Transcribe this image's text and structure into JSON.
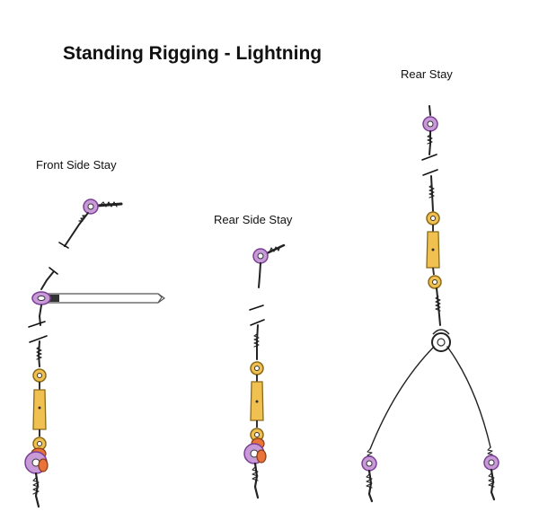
{
  "title": "Standing Rigging - Lightning",
  "labels": {
    "front_side_stay": "Front Side Stay",
    "rear_side_stay": "Rear Side Stay",
    "rear_stay": "Rear Stay"
  },
  "colors": {
    "ink": "#111111",
    "wire": "#222222",
    "fitting_purple": "#c89ad8",
    "fitting_purple_edge": "#7a3f94",
    "turnbuckle_gold": "#f0c050",
    "turnbuckle_edge": "#8a6a18",
    "orange": "#e8743a",
    "spreader": "#555555"
  },
  "icons": {
    "eye_fitting": "eye-fitting-icon",
    "turnbuckle": "turnbuckle-icon",
    "chainplate": "chainplate-icon"
  }
}
